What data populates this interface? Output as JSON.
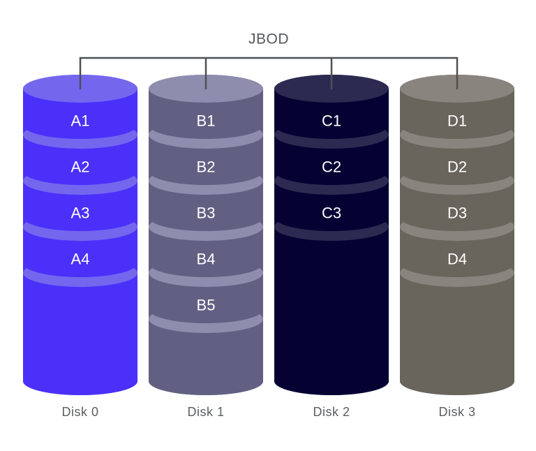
{
  "diagram": {
    "title": "JBOD",
    "disks": [
      {
        "name": "Disk 0",
        "segments": [
          "A1",
          "A2",
          "A3",
          "A4"
        ],
        "body_color": "#4B30FA",
        "top_color": "#7467EE"
      },
      {
        "name": "Disk 1",
        "segments": [
          "B1",
          "B2",
          "B3",
          "B4",
          "B5"
        ],
        "body_color": "#616083",
        "top_color": "#8F8DAE"
      },
      {
        "name": "Disk 2",
        "segments": [
          "C1",
          "C2",
          "C3"
        ],
        "body_color": "#050233",
        "top_color": "#2D2A52"
      },
      {
        "name": "Disk 3",
        "segments": [
          "D1",
          "D2",
          "D3",
          "D4"
        ],
        "body_color": "#69645C",
        "top_color": "#8A847E"
      }
    ],
    "colors": {
      "connector": "#4D5052",
      "title_text": "#54575A",
      "disk_label_text": "#5B5E60",
      "segment_text": "#FFFFFF",
      "background": "#FFFFFF"
    }
  }
}
